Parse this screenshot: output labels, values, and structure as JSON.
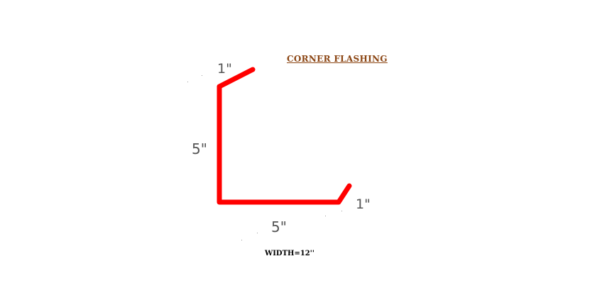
{
  "title": "CORNER FLASHING",
  "dimensions": {
    "top_lip": "1\"",
    "vertical_leg": "5\"",
    "horizontal_leg": "5\"",
    "right_lip": "1\""
  },
  "width_note": "WIDTH=12''",
  "colors": {
    "profile_line": "#ff0000",
    "title": "#8b4513",
    "dimension_text": "#555555",
    "background": "#ffffff"
  }
}
